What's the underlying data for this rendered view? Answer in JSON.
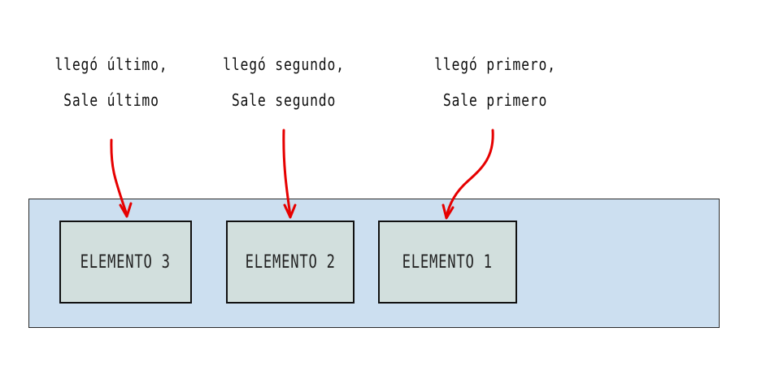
{
  "annotations": [
    {
      "id": "element-3",
      "line1": "llegó último,",
      "line2": "Sale último"
    },
    {
      "id": "element-2",
      "line1": "llegó segundo,",
      "line2": "Sale segundo"
    },
    {
      "id": "element-1",
      "line1": "llegó primero,",
      "line2": "Sale primero"
    }
  ],
  "elements": [
    {
      "label": "ELEMENTO 3"
    },
    {
      "label": "ELEMENTO 2"
    },
    {
      "label": "ELEMENTO 1"
    }
  ],
  "colors": {
    "container_fill": "#ccdff0",
    "element_fill": "#d2dfdd",
    "arrow": "#e60000",
    "border": "#111111"
  }
}
